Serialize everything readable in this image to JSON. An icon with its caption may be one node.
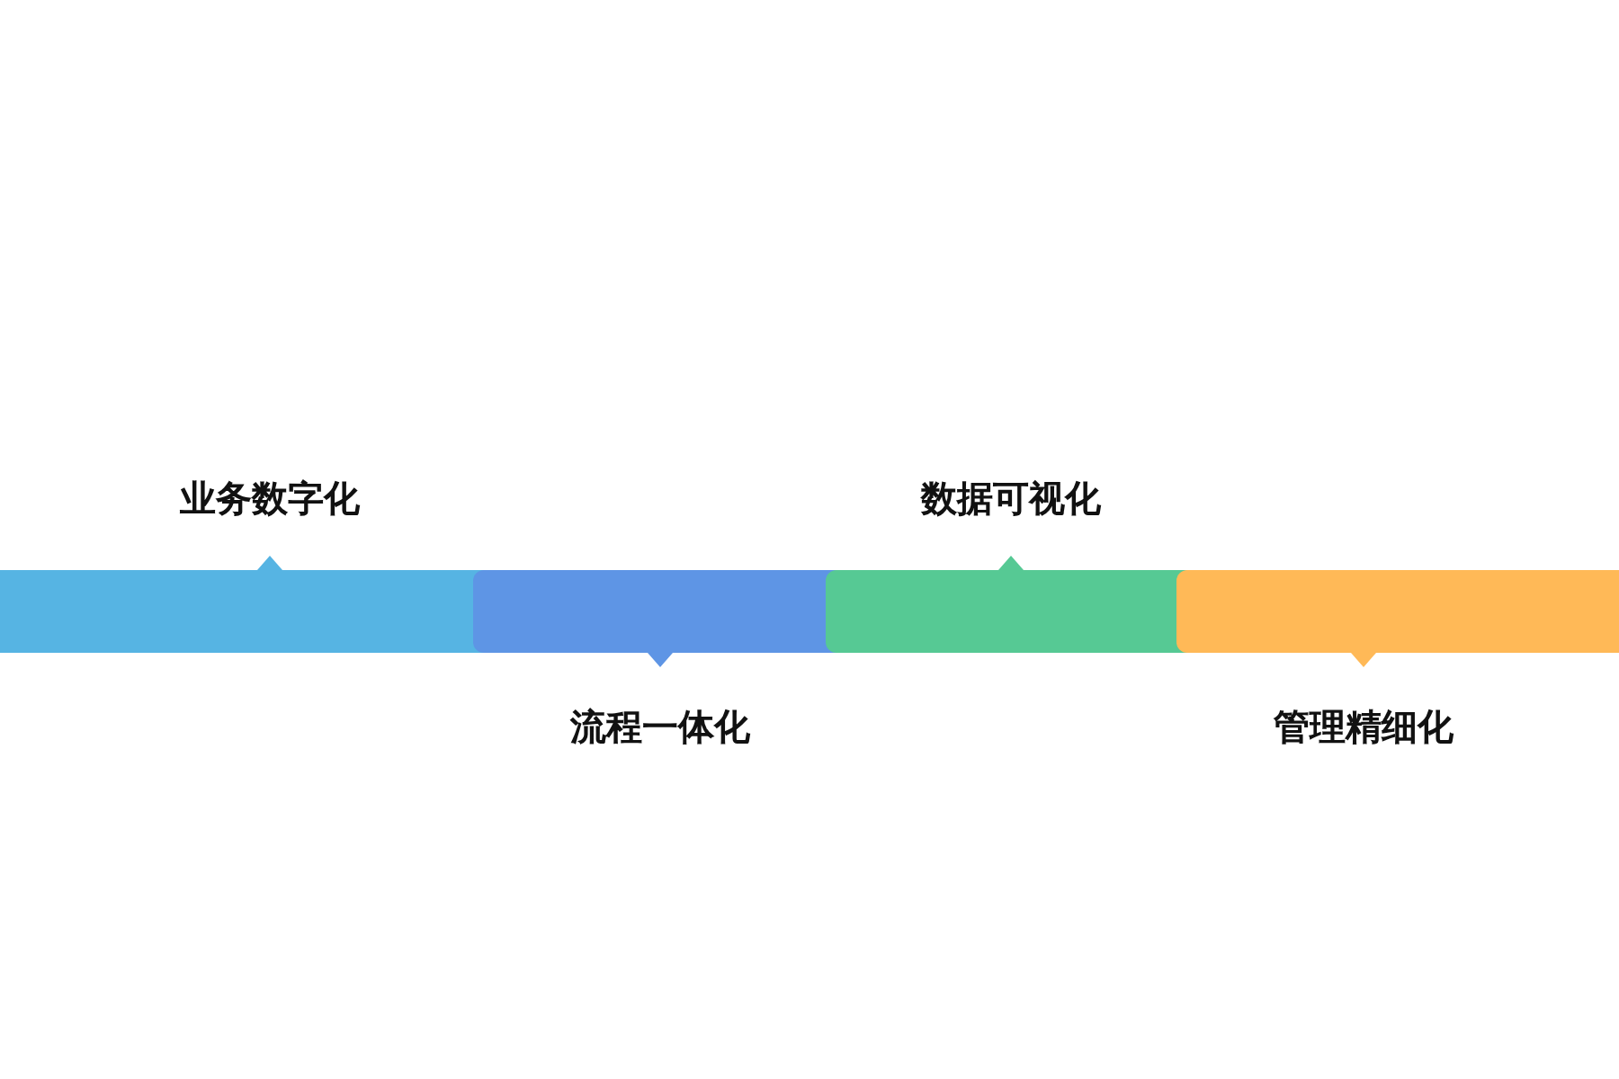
{
  "diagram": {
    "nodes": [
      {
        "text": [
          "业务数字化"
        ]
      },
      {
        "text": [
          "流程一体化"
        ]
      },
      {
        "text": [
          "数据可视化"
        ]
      },
      {
        "text": [
          "管理精细化"
        ]
      }
    ]
  }
}
